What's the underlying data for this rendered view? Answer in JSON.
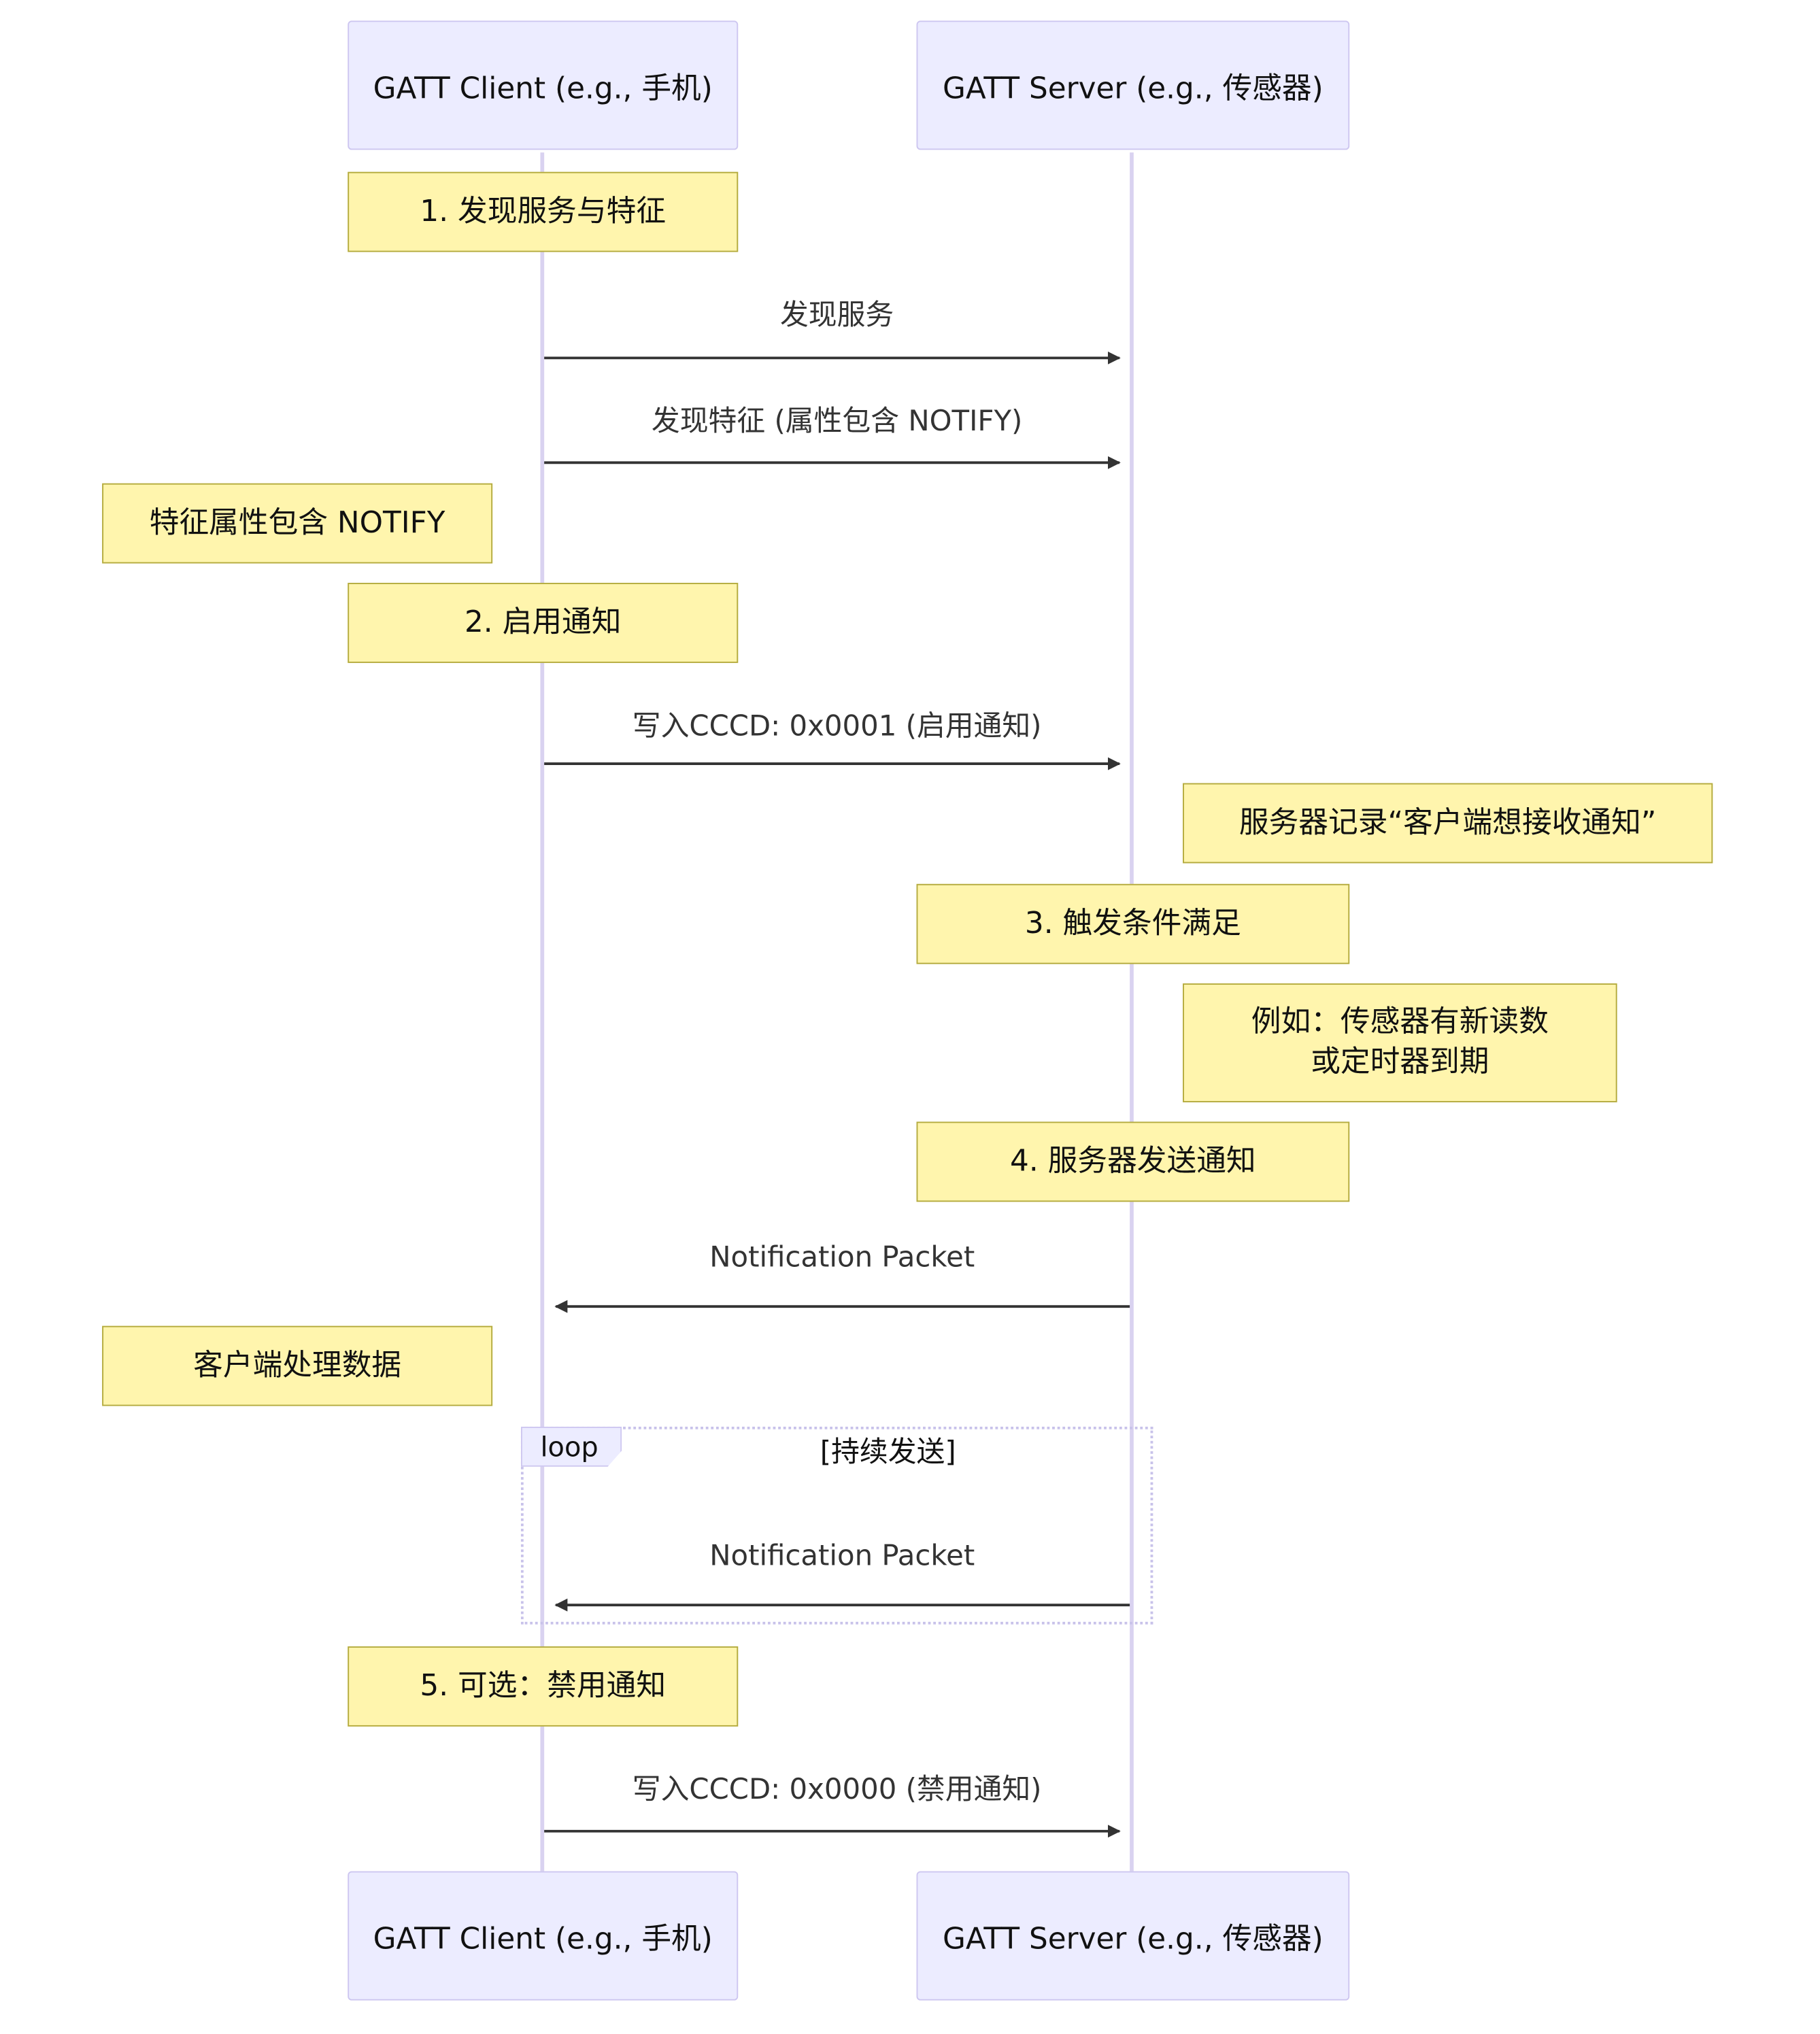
{
  "participants": {
    "client": "GATT Client (e.g., 手机)",
    "server": "GATT Server (e.g., 传感器)"
  },
  "notes": {
    "step1": "1. 发现服务与特征",
    "notify_attr": "特征属性包含 NOTIFY",
    "step2": "2. 启用通知",
    "server_record": "服务器记录“客户端想接收通知”",
    "step3": "3. 触发条件满足",
    "example_line1": "例如：传感器有新读数",
    "example_line2": "或定时器到期",
    "step4": "4. 服务器发送通知",
    "client_process": "客户端处理数据",
    "step5": "5. 可选：禁用通知"
  },
  "messages": {
    "discover_services": "发现服务",
    "discover_characteristics": "发现特征 (属性包含 NOTIFY)",
    "write_cccd_enable": "写入CCCD: 0x0001 (启用通知)",
    "notification_1": "Notification Packet",
    "notification_2": "Notification Packet",
    "write_cccd_disable": "写入CCCD: 0x0000 (禁用通知)"
  },
  "loop": {
    "tag": "loop",
    "condition": "[持续发送]"
  },
  "colors": {
    "actor_fill": "#ececff",
    "actor_border": "#cdc6f0",
    "note_fill": "#fff5ad",
    "note_border": "#b4ab3f",
    "lifeline": "#d9d2f0",
    "arrow": "#333333"
  }
}
